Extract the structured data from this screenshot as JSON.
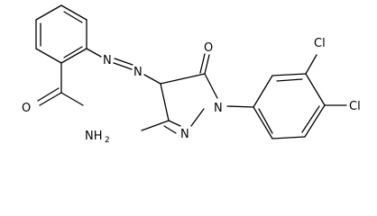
{
  "molecule": {
    "atom_labels": {
      "amide_o": "O",
      "amide_n": "NH",
      "amide_n_sub": "2",
      "azo_n1": "N",
      "azo_n2": "N",
      "ring_n1": "N",
      "ring_n2": "N",
      "keto_o": "O",
      "cl_3": "Cl",
      "cl_4": "Cl"
    }
  }
}
